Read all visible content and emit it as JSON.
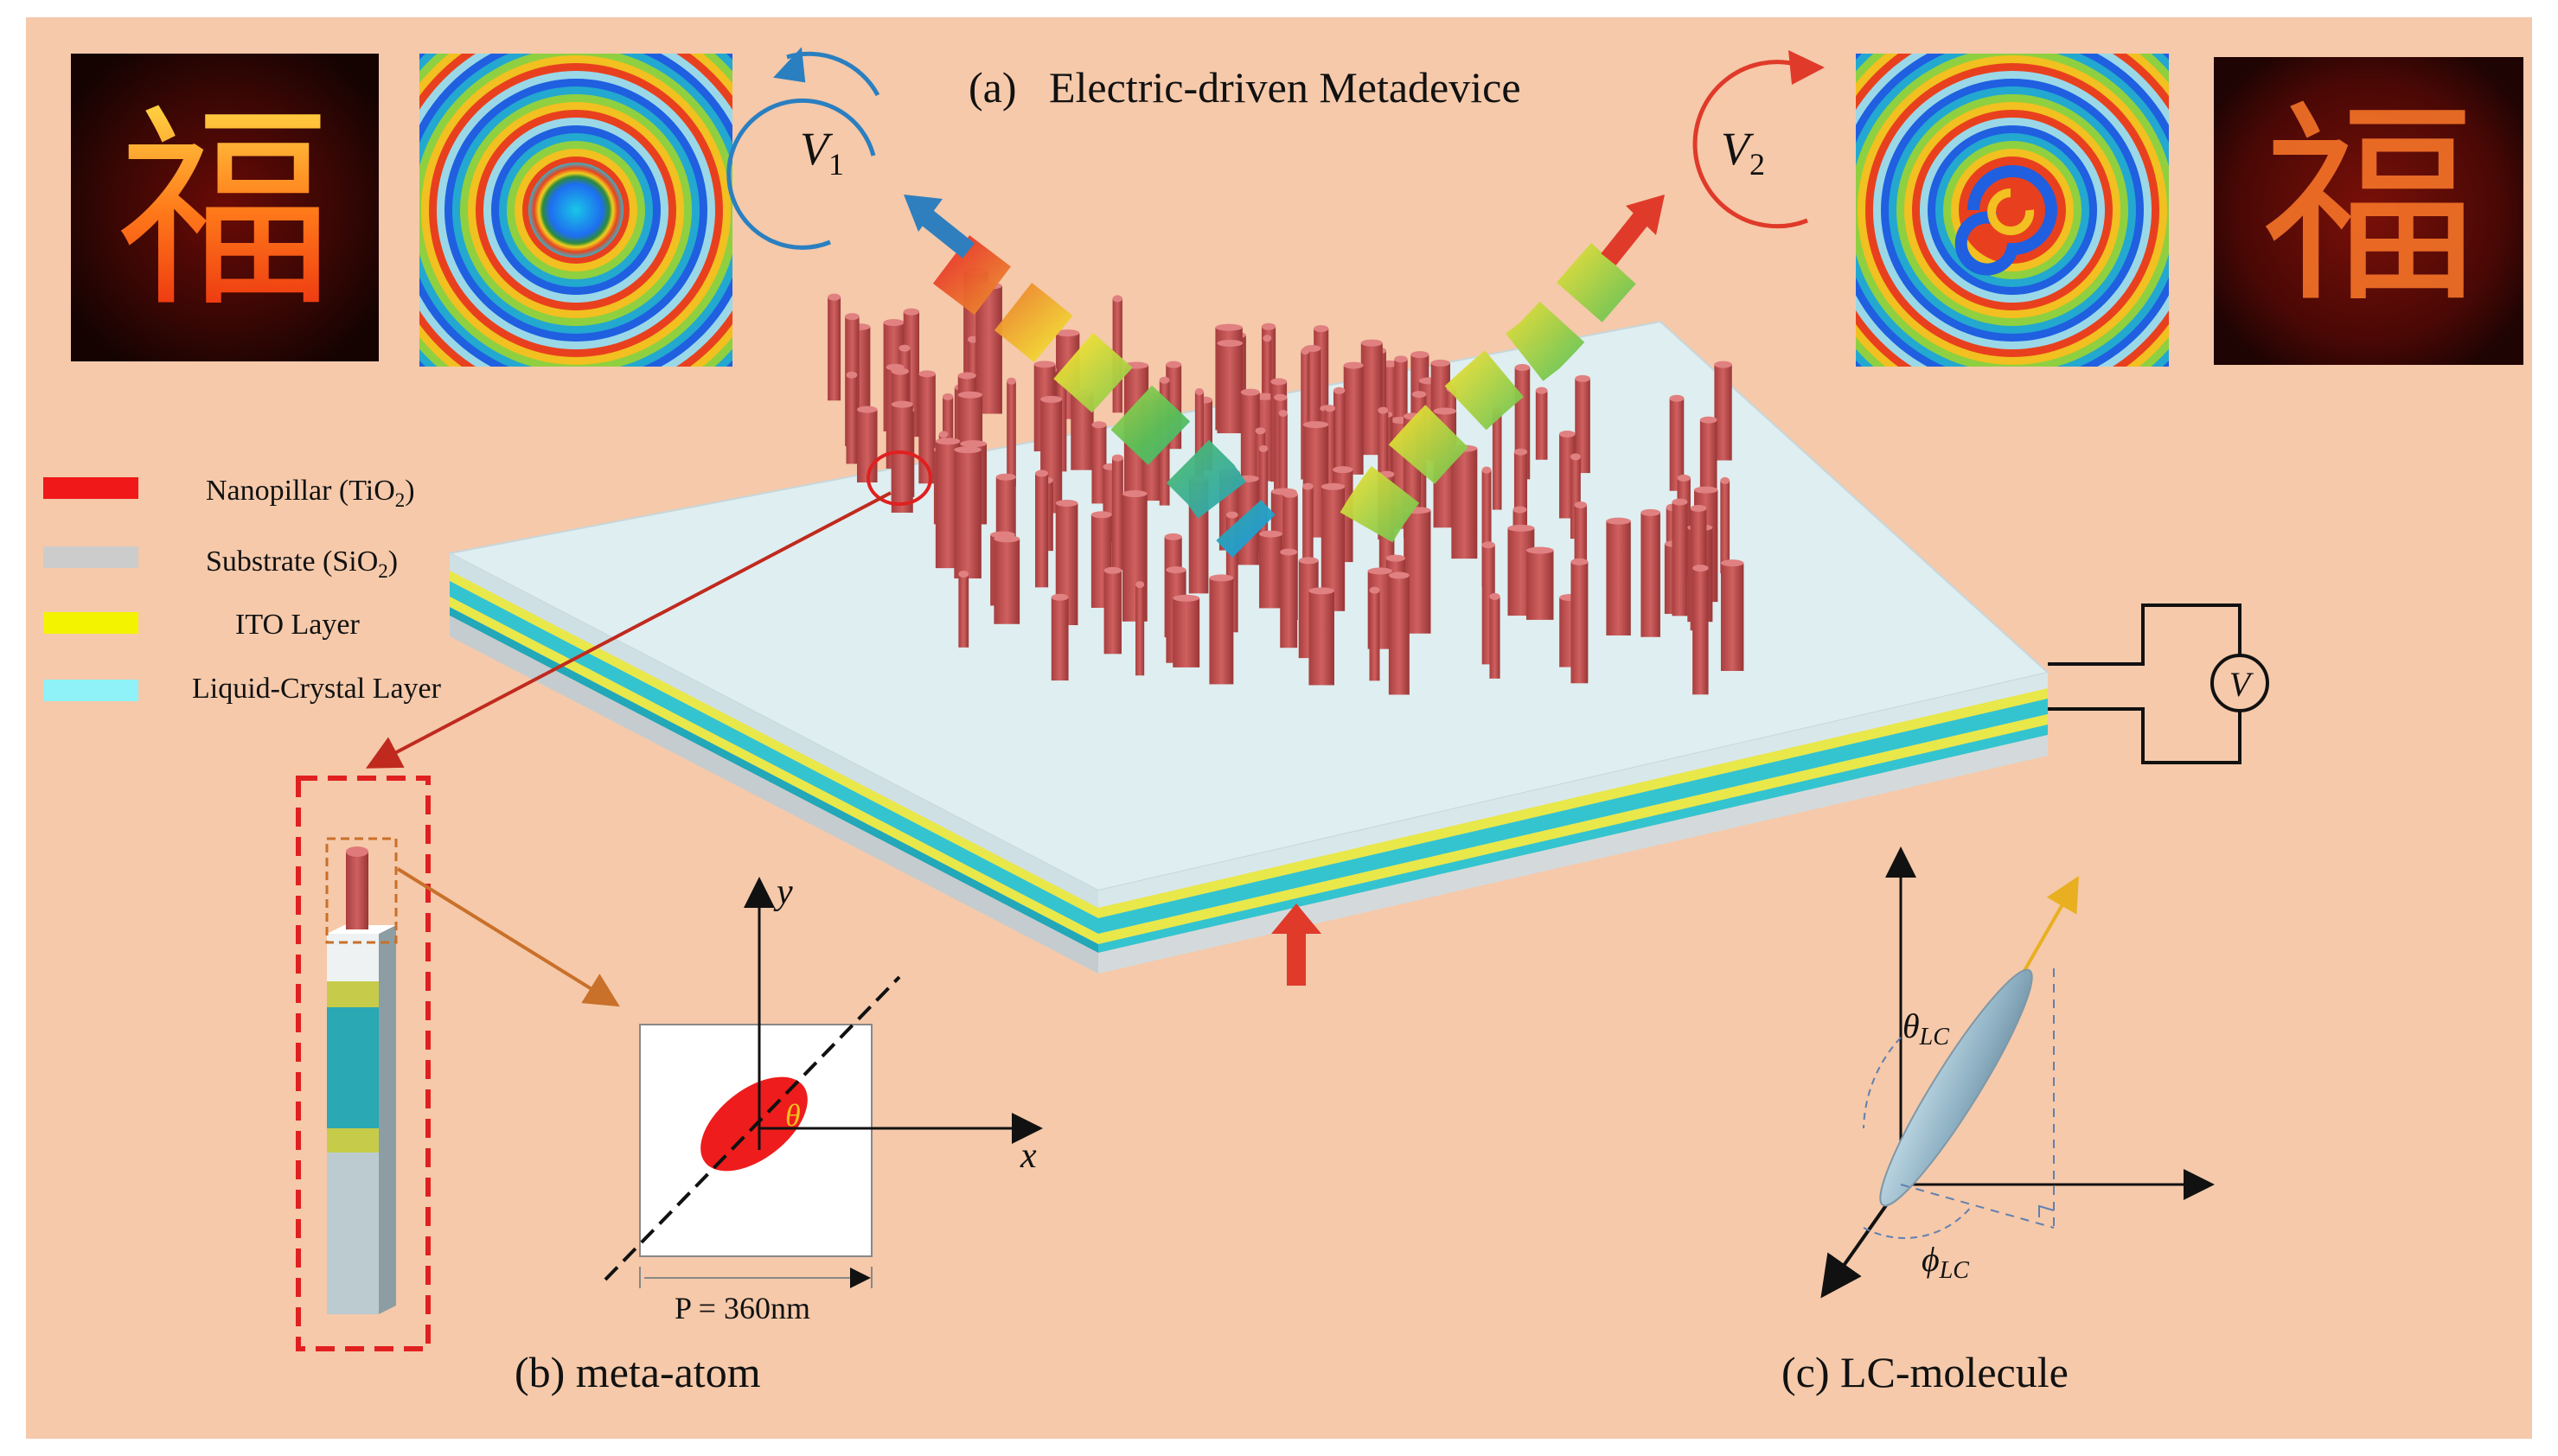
{
  "colors": {
    "background": "#f5c9aa",
    "nanopillar": "#c55252",
    "substrate": "#cfd4d6",
    "ito": "#e8e84a",
    "liquid_crystal": "#34c4cf",
    "blue_arrow": "#2f7fbf",
    "red_arrow": "#e03a2a",
    "dashed_box": "#e02020",
    "brown_arrow": "#c9702a"
  },
  "titles": {
    "a": "(a)   Electric-driven Metadevice",
    "b": "(b) meta-atom",
    "c": "(c) LC-molecule"
  },
  "legend": [
    {
      "label": "Nanopillar (TiO",
      "sub": "2",
      "tail": ")",
      "color": "#f01818"
    },
    {
      "label": "Substrate (SiO",
      "sub": "2",
      "tail": ")",
      "color": "#cccccc"
    },
    {
      "label": "ITO Layer",
      "sub": "",
      "tail": "",
      "color": "#f3f300"
    },
    {
      "label": "Liquid-Crystal Layer",
      "sub": "",
      "tail": "",
      "color": "#8ff2f8"
    }
  ],
  "voltages": {
    "v1_main": "V",
    "v1_sub": "1",
    "v2_main": "V",
    "v2_sub": "2",
    "meter": "V"
  },
  "meta_atom": {
    "x_axis": "x",
    "y_axis": "y",
    "angle": "θ",
    "period": "P = 360nm"
  },
  "lc_molecule": {
    "theta_main": "θ",
    "theta_sub": "LC",
    "phi_main": "ϕ",
    "phi_sub": "LC"
  },
  "images": {
    "left_glyph": "福",
    "right_glyph": "福"
  }
}
